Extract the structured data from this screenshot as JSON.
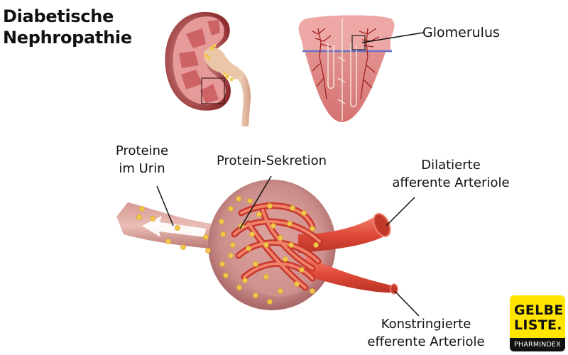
{
  "title": {
    "line1": "Diabetische",
    "line2": "Nephropathie"
  },
  "labels": {
    "glomerulus": "Glomerulus",
    "proteine_urin_line1": "Proteine",
    "proteine_urin_line2": "im Urin",
    "protein_sekretion": "Protein-Sekretion",
    "dilatierte_line1": "Dilatierte",
    "dilatierte_line2": "afferente Arteriole",
    "konstringierte_line1": "Konstringierte",
    "konstringierte_line2": "efferente Arteriole"
  },
  "logo": {
    "line1": "GELBE",
    "line2": "LISTE.",
    "bar": "PHARMINDEX",
    "background_color": "#FFE500",
    "text_color": "#111111"
  },
  "illustrations": {
    "kidney": "kidney cross-section with highlighted region",
    "nephron_section": "renal pyramid section with highlighted glomerulus",
    "glomerulus": "glomerulus with afferent and efferent arterioles and protein particles"
  },
  "colors": {
    "kidney_tissue": "#D9787A",
    "vessel_red": "#E0493A",
    "capsule": "#C9898A",
    "protein_dot": "#F2C84B",
    "ureter": "#E8C2A6"
  }
}
